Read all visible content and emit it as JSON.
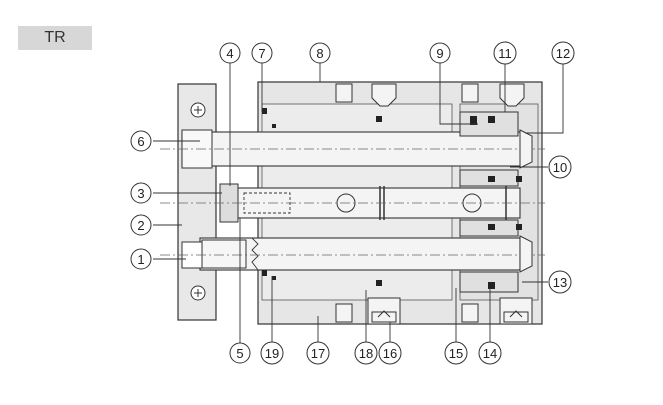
{
  "model_tag": "TR",
  "callouts": [
    {
      "id": "1",
      "label": "1"
    },
    {
      "id": "2",
      "label": "2"
    },
    {
      "id": "3",
      "label": "3"
    },
    {
      "id": "4",
      "label": "4"
    },
    {
      "id": "5",
      "label": "5"
    },
    {
      "id": "6",
      "label": "6"
    },
    {
      "id": "7",
      "label": "7"
    },
    {
      "id": "8",
      "label": "8"
    },
    {
      "id": "9",
      "label": "9"
    },
    {
      "id": "10",
      "label": "10"
    },
    {
      "id": "11",
      "label": "11"
    },
    {
      "id": "12",
      "label": "12"
    },
    {
      "id": "13",
      "label": "13"
    },
    {
      "id": "14",
      "label": "14"
    },
    {
      "id": "15",
      "label": "15"
    },
    {
      "id": "16",
      "label": "16"
    },
    {
      "id": "17",
      "label": "17"
    },
    {
      "id": "18",
      "label": "18"
    },
    {
      "id": "19",
      "label": "19"
    }
  ],
  "colors": {
    "body_fill": "#e6e6e6",
    "rod_fill": "#f2f2f2",
    "outline": "#333333",
    "tag_bg": "#d7d7d7"
  }
}
